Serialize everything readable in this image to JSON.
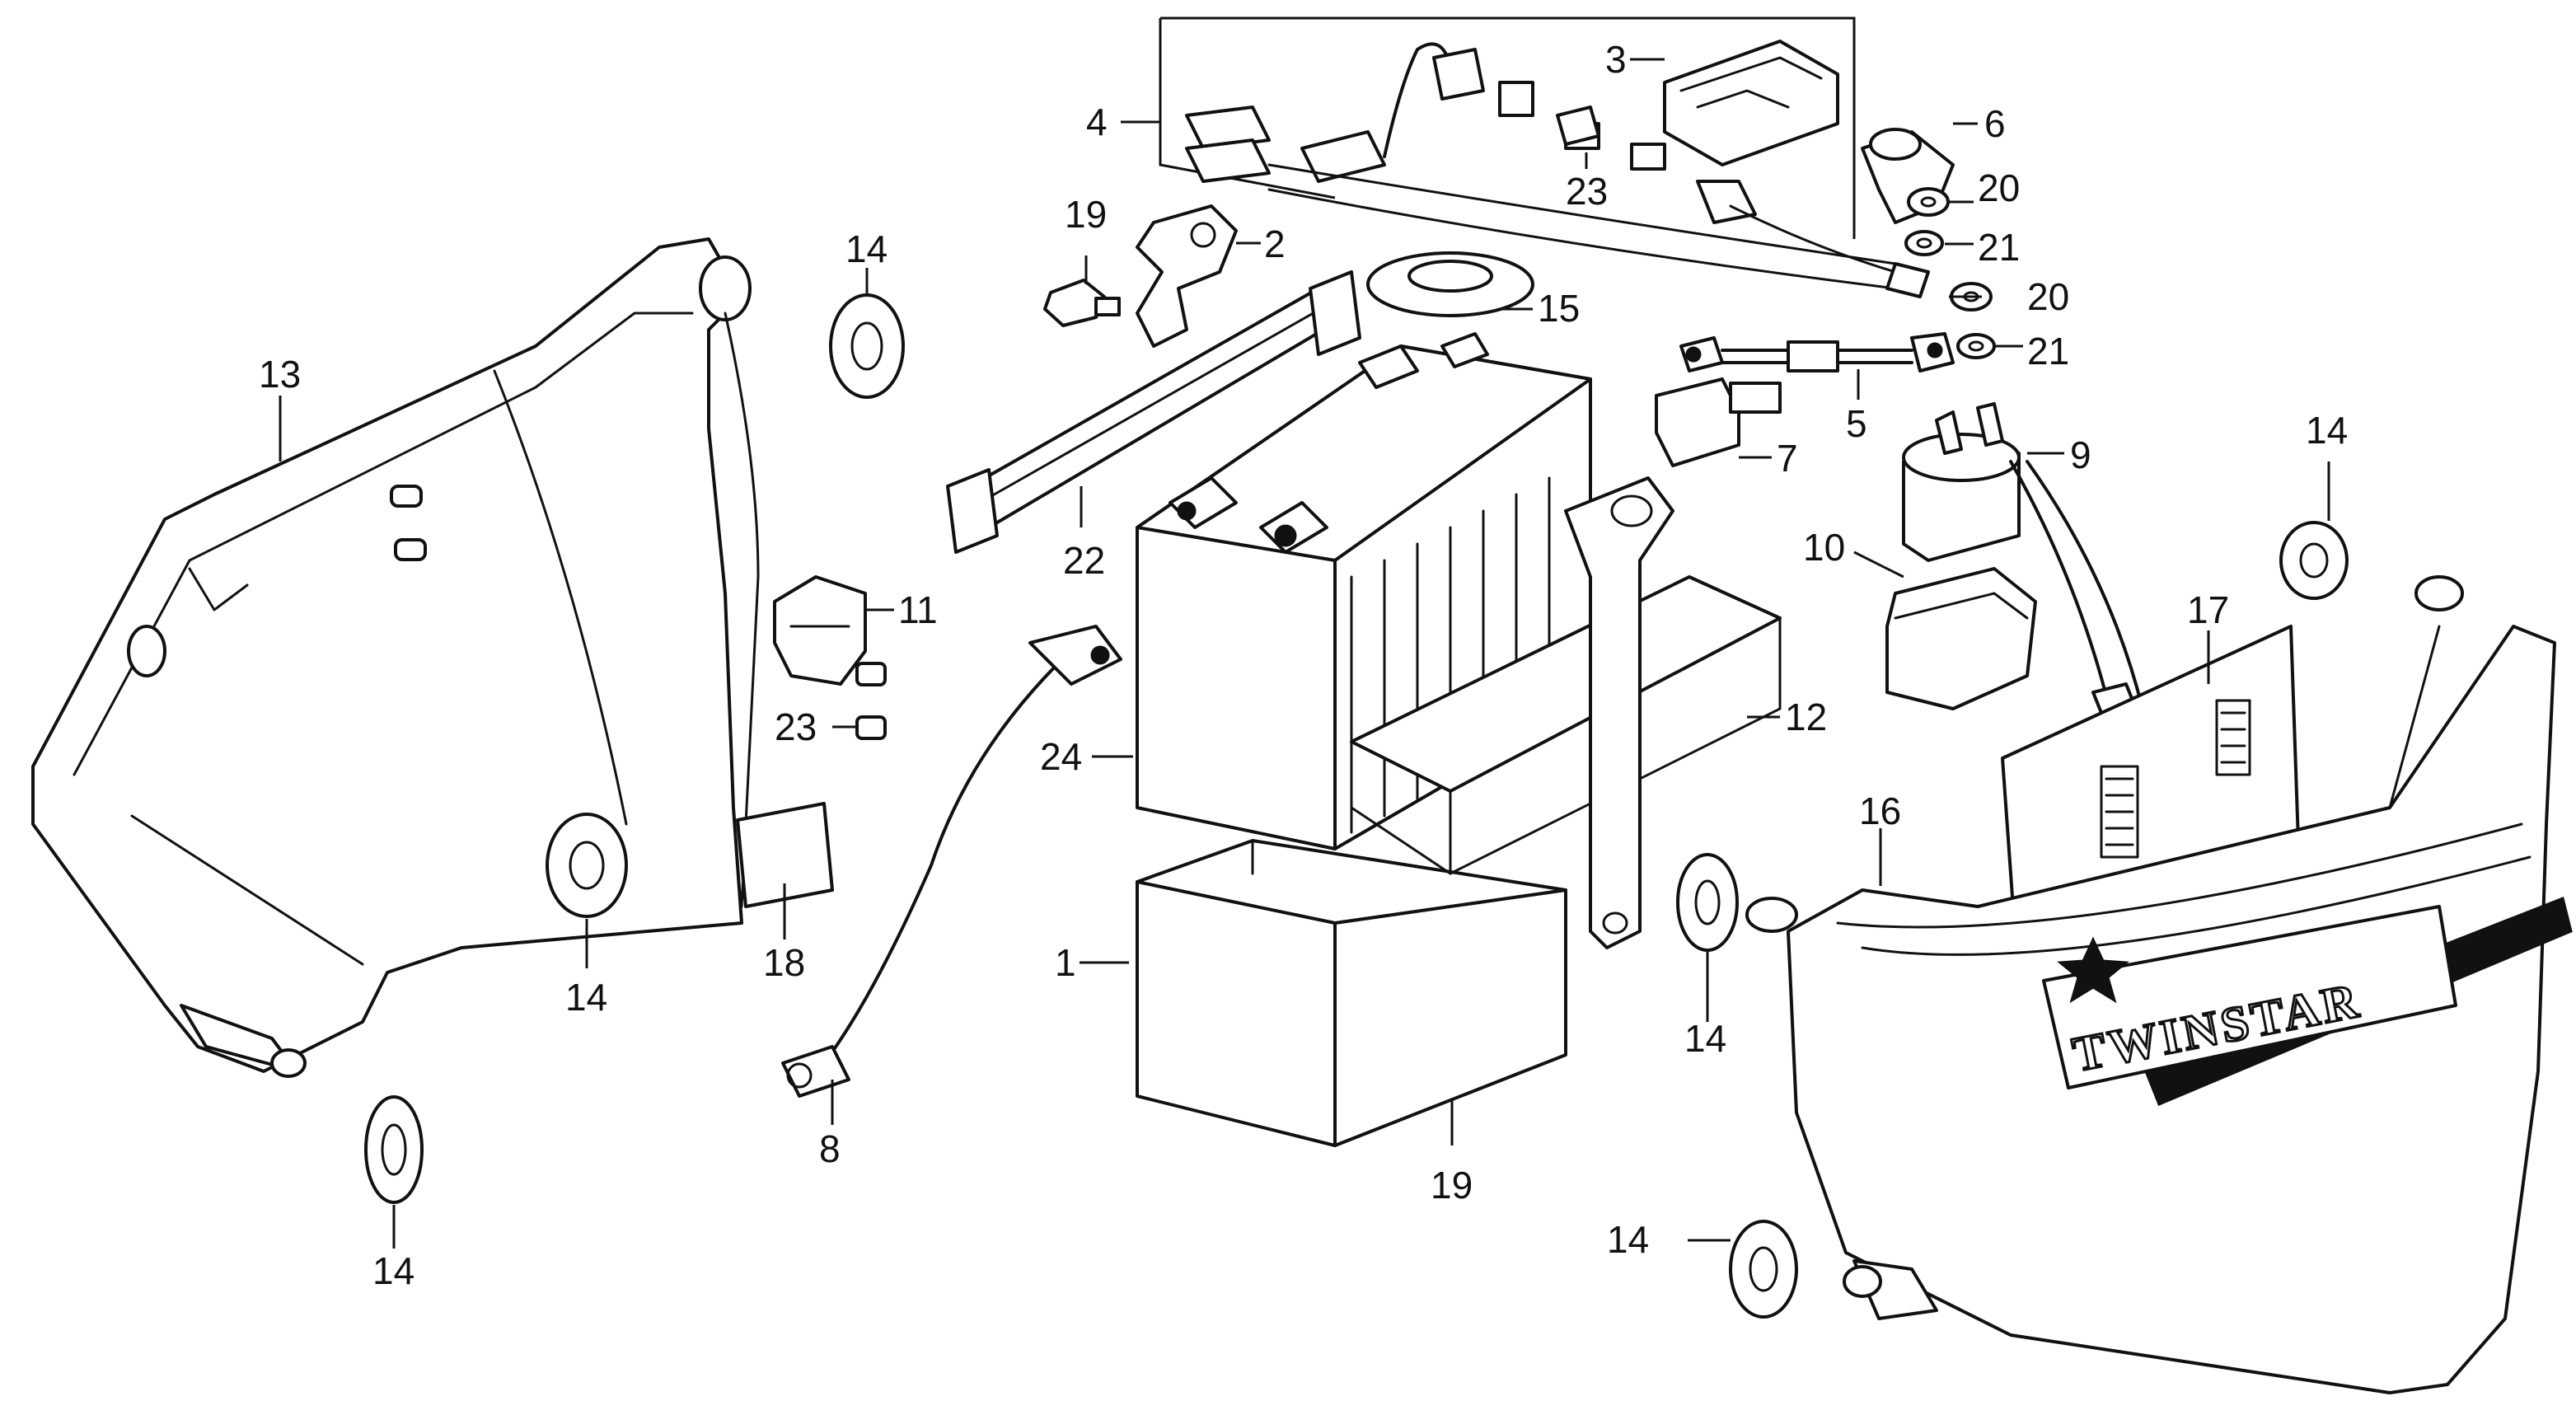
{
  "labels": {
    "n1": "1",
    "n2": "2",
    "n3": "3",
    "n4": "4",
    "n5": "5",
    "n6": "6",
    "n7": "7",
    "n8": "8",
    "n9": "9",
    "n10": "10",
    "n11": "11",
    "n12": "12",
    "n13": "13",
    "n14": "14",
    "n15": "15",
    "n16": "16",
    "n17": "17",
    "n18": "18",
    "n19": "19",
    "n20": "20",
    "n21": "21",
    "n22": "22",
    "n23": "23",
    "n24": "24"
  },
  "decal": {
    "brand": "TWINSTAR"
  },
  "colors": {
    "ink": "#111111",
    "paper": "#ffffff"
  }
}
